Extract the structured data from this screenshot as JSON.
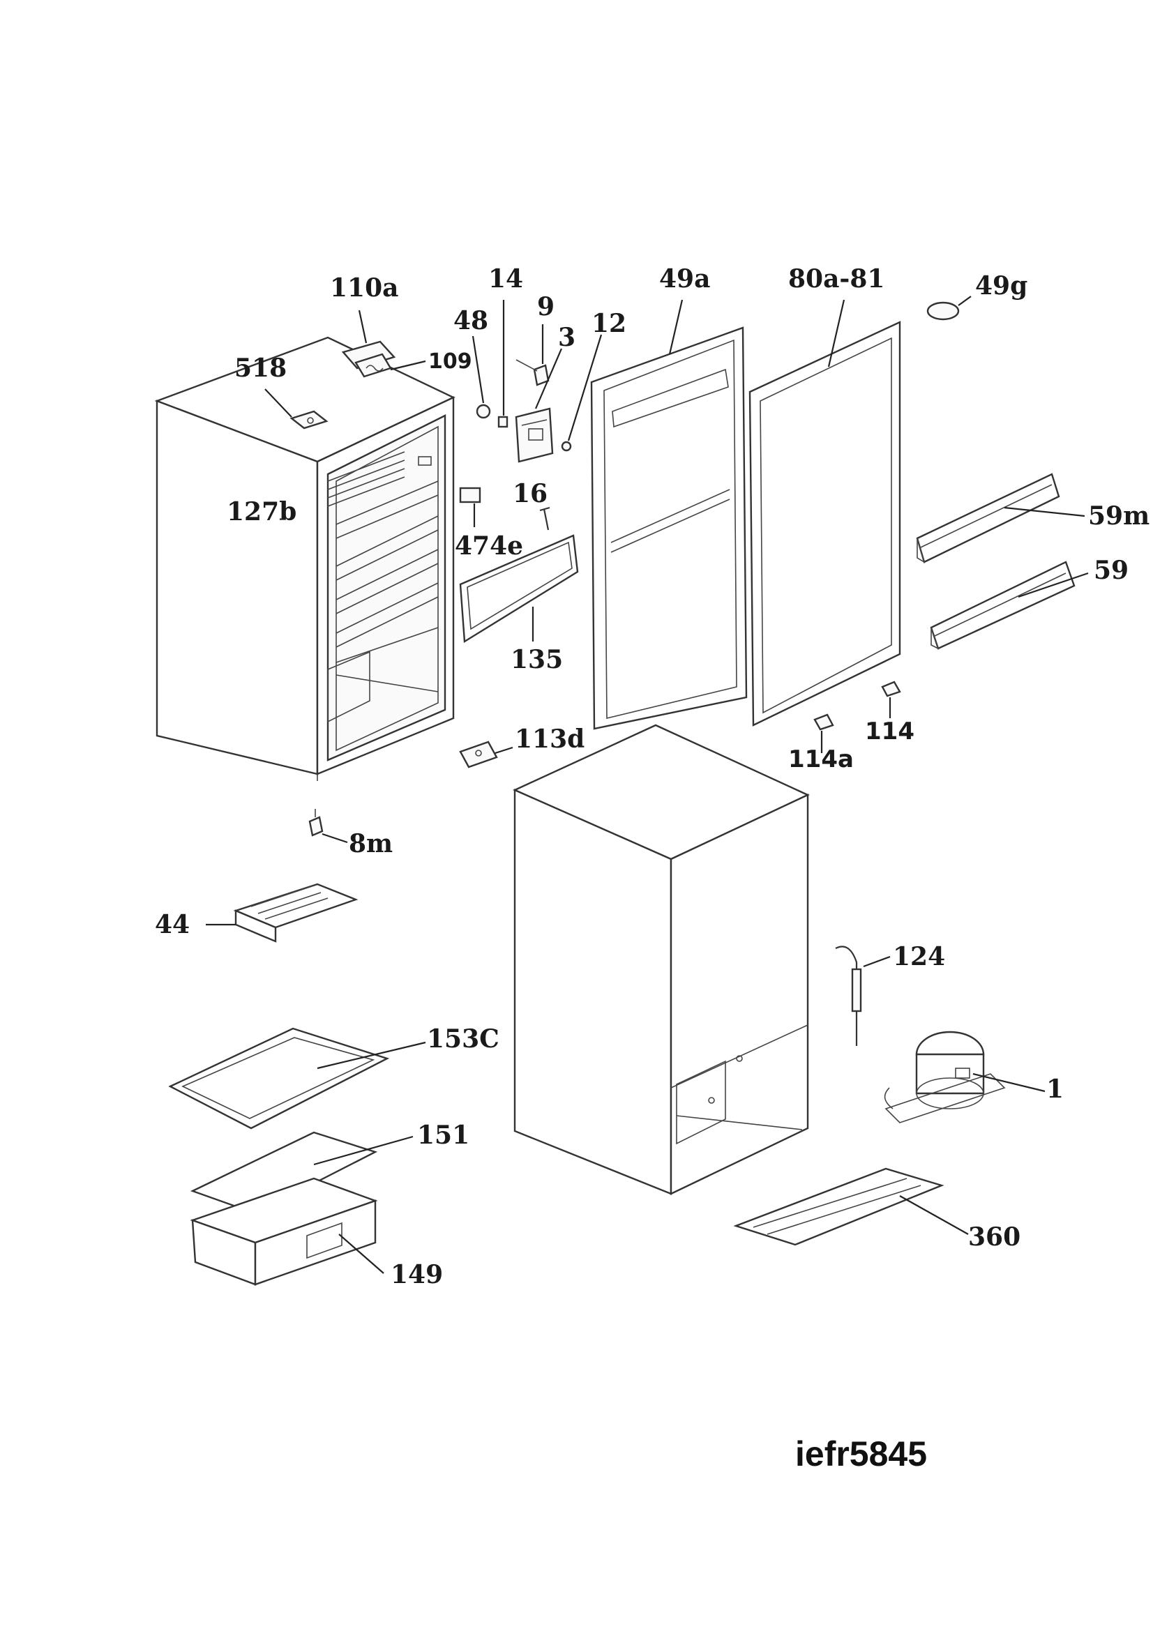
{
  "diagram": {
    "model_label": "iefr5845",
    "callouts": [
      {
        "id": "110a",
        "label": "110a"
      },
      {
        "id": "14",
        "label": "14"
      },
      {
        "id": "49a",
        "label": "49a"
      },
      {
        "id": "80a-81",
        "label": "80a-81"
      },
      {
        "id": "49g",
        "label": "49g"
      },
      {
        "id": "9",
        "label": "9"
      },
      {
        "id": "48",
        "label": "48"
      },
      {
        "id": "12",
        "label": "12"
      },
      {
        "id": "3",
        "label": "3"
      },
      {
        "id": "518",
        "label": "518"
      },
      {
        "id": "109",
        "label": "109"
      },
      {
        "id": "127b",
        "label": "127b"
      },
      {
        "id": "16",
        "label": "16"
      },
      {
        "id": "474e",
        "label": "474e"
      },
      {
        "id": "59m",
        "label": "59m"
      },
      {
        "id": "59",
        "label": "59"
      },
      {
        "id": "135",
        "label": "135"
      },
      {
        "id": "113d",
        "label": "113d"
      },
      {
        "id": "114",
        "label": "114"
      },
      {
        "id": "114a",
        "label": "114a"
      },
      {
        "id": "8m",
        "label": "8m"
      },
      {
        "id": "44",
        "label": "44"
      },
      {
        "id": "124",
        "label": "124"
      },
      {
        "id": "153c",
        "label": "153C"
      },
      {
        "id": "1",
        "label": "1"
      },
      {
        "id": "151",
        "label": "151"
      },
      {
        "id": "360",
        "label": "360"
      },
      {
        "id": "149",
        "label": "149"
      }
    ]
  }
}
